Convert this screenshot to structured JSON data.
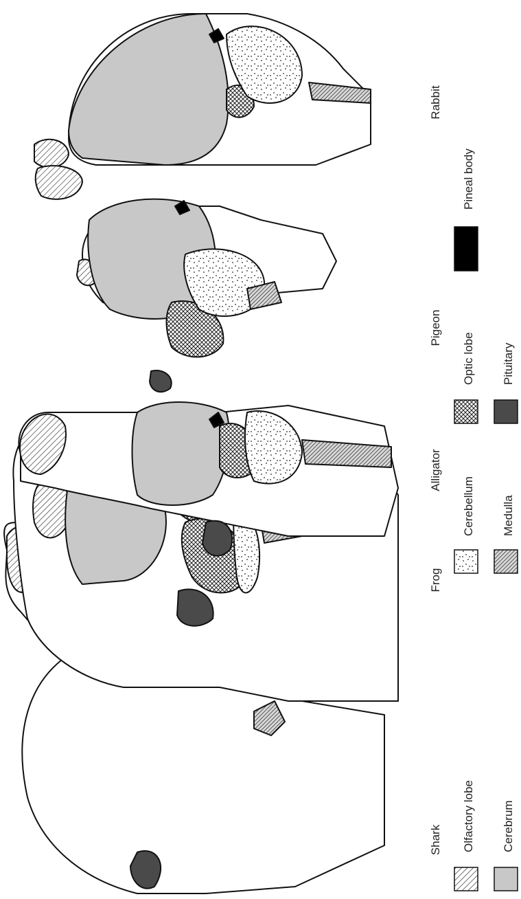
{
  "figure": {
    "species": [
      {
        "id": "shark",
        "label": "Shark"
      },
      {
        "id": "frog",
        "label": "Frog"
      },
      {
        "id": "alligator",
        "label": "Alligator"
      },
      {
        "id": "pigeon",
        "label": "Pigeon"
      },
      {
        "id": "rabbit",
        "label": "Rabbit"
      }
    ],
    "legend": [
      {
        "id": "olfactory",
        "label": "Olfactory lobe",
        "pattern": "diagonal-hatch"
      },
      {
        "id": "cerebrum",
        "label": "Cerebrum",
        "pattern": "solid",
        "color": "#c8c8c8"
      },
      {
        "id": "cerebellum",
        "label": "Cerebellum",
        "pattern": "dots"
      },
      {
        "id": "medulla",
        "label": "Medulla",
        "pattern": "dense-diagonal-hatch"
      },
      {
        "id": "optic",
        "label": "Optic lobe",
        "pattern": "crosshatch"
      },
      {
        "id": "pituitary",
        "label": "Pituitary",
        "pattern": "solid",
        "color": "#4a4a4a"
      },
      {
        "id": "pineal",
        "label": "Pineal body",
        "pattern": "solid",
        "color": "#000000"
      }
    ],
    "colors": {
      "background": "#ffffff",
      "outline": "#111111",
      "cerebrum": "#c8c8c8",
      "pituitary": "#4a4a4a",
      "pineal": "#000000"
    }
  }
}
